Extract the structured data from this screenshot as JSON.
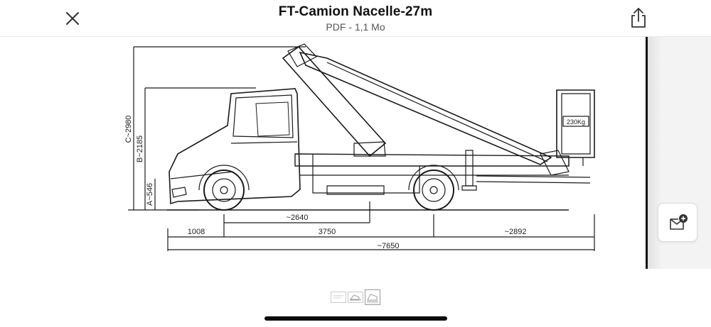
{
  "header": {
    "title": "FT-Camion Nacelle-27m",
    "subtitle": "PDF - 1,1 Mo",
    "close_icon": "close-icon",
    "share_icon": "share-icon"
  },
  "drawing": {
    "labels": {
      "height_c": "C~2980",
      "height_b": "B~2185",
      "height_a": "A~546",
      "dim_2640": "~2640",
      "dim_1008": "1008",
      "dim_3750": "3750",
      "dim_2892": "~2892",
      "dim_7650": "~7650",
      "basket_load": "230Kg"
    }
  },
  "annotate_button": {
    "icon": "markup-add-icon"
  },
  "thumbnails": {
    "count": 3,
    "active_index": 2
  },
  "colors": {
    "line": "#1a1a1a",
    "background": "#ffffff",
    "side": "#f3f3f3"
  }
}
